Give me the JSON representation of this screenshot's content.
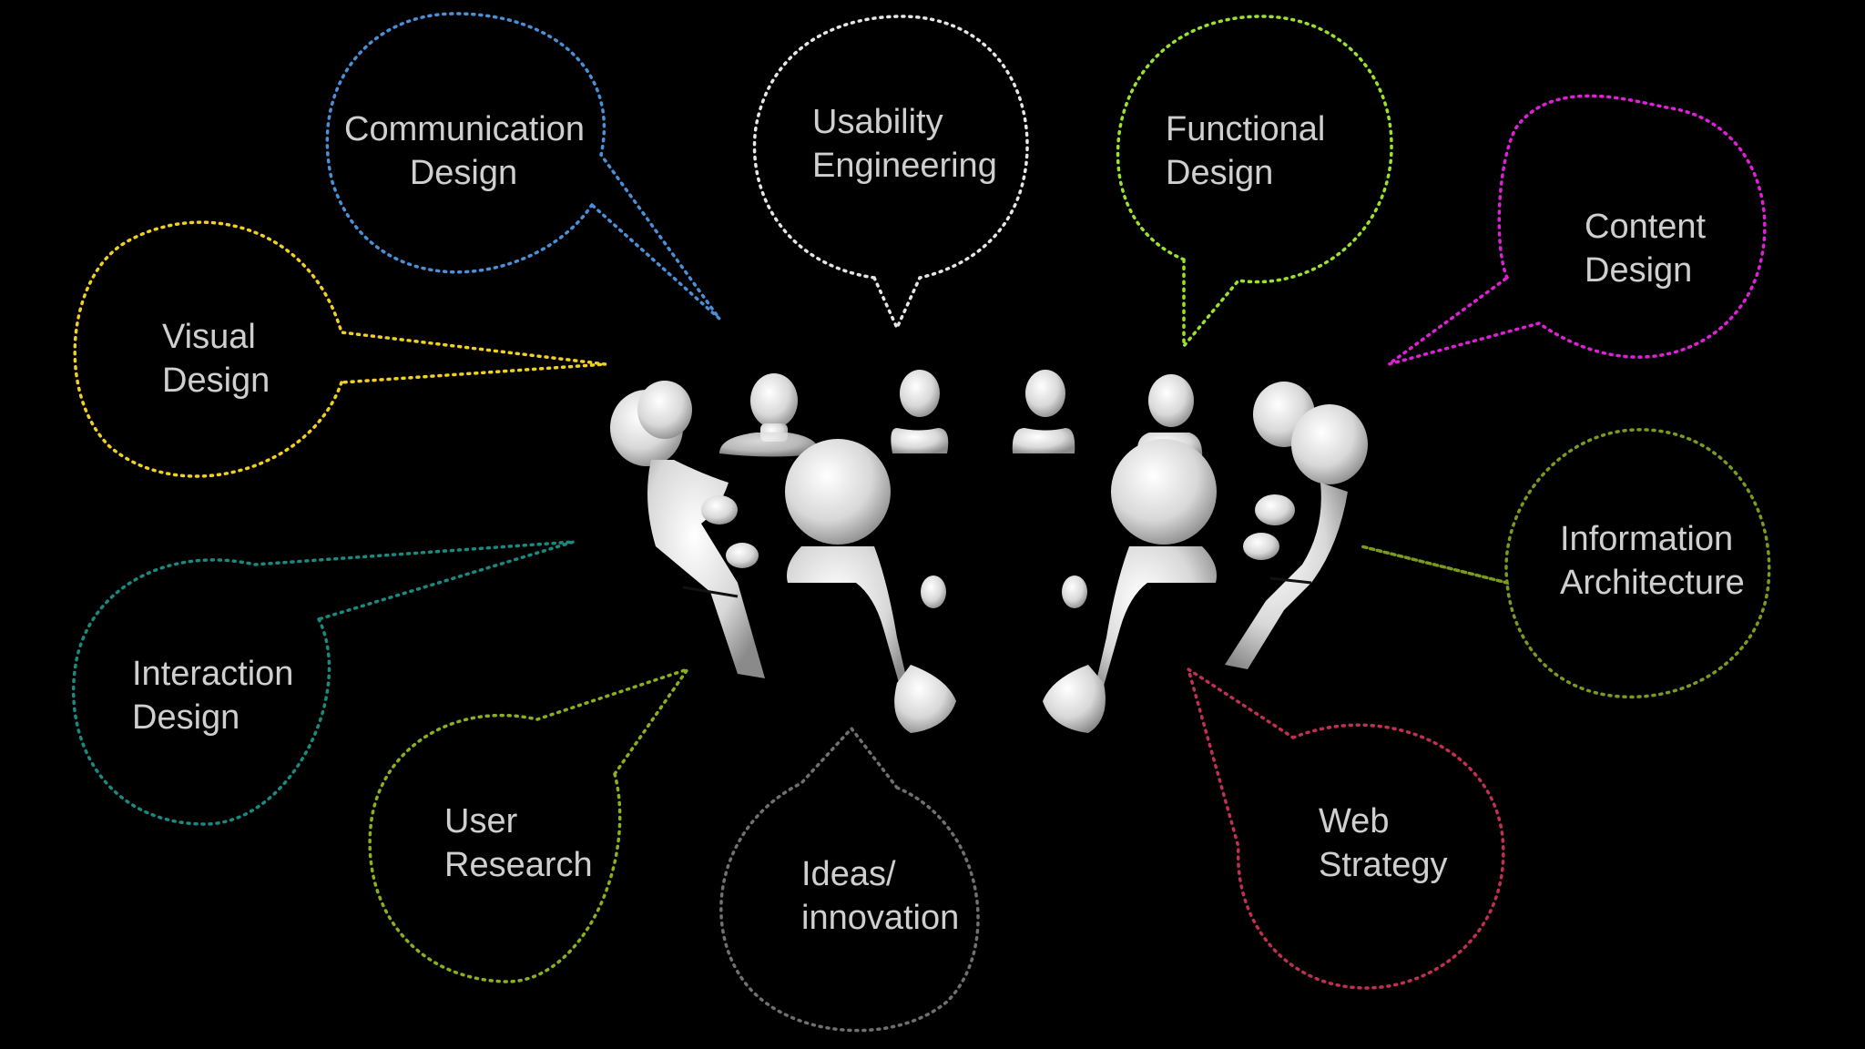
{
  "bubbles": [
    {
      "id": "communication-design",
      "lines": [
        "Communication",
        "Design"
      ],
      "color": "#4a90d9"
    },
    {
      "id": "usability-engineering",
      "lines": [
        "Usability",
        "Engineering"
      ],
      "color": "#e6e6e6"
    },
    {
      "id": "functional-design",
      "lines": [
        "Functional",
        "Design"
      ],
      "color": "#9be22d"
    },
    {
      "id": "content-design",
      "lines": [
        "Content",
        "Design"
      ],
      "color": "#e020d8"
    },
    {
      "id": "visual-design",
      "lines": [
        "Visual",
        "Design"
      ],
      "color": "#f0d020"
    },
    {
      "id": "information-architecture",
      "lines": [
        "Information",
        "Architecture"
      ],
      "color": "#7a9a20"
    },
    {
      "id": "interaction-design",
      "lines": [
        "Interaction",
        "Design"
      ],
      "color": "#1a8a80"
    },
    {
      "id": "user-research",
      "lines": [
        "User",
        "Research"
      ],
      "color": "#8ab020"
    },
    {
      "id": "ideas-innovation",
      "lines": [
        "Ideas/",
        "innovation"
      ],
      "color": "#707070"
    },
    {
      "id": "web-strategy",
      "lines": [
        "Web",
        "Strategy"
      ],
      "color": "#c03050"
    }
  ],
  "figures": {
    "color": "#e8e8e8",
    "count": 8
  }
}
